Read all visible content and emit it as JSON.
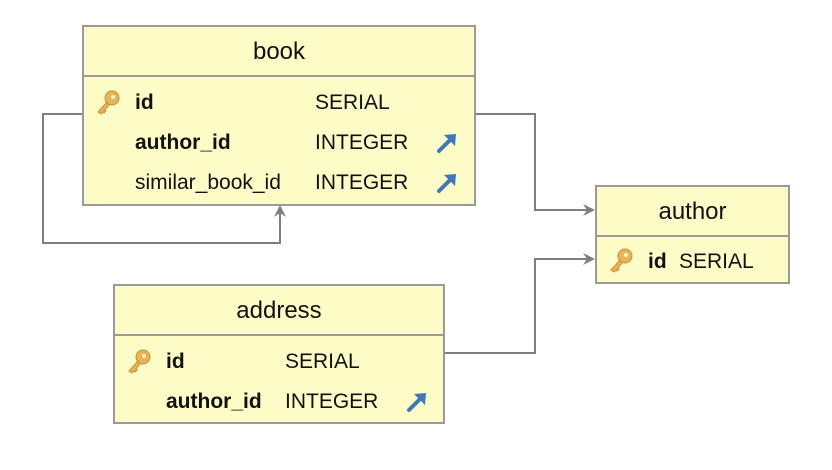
{
  "tables": {
    "book": {
      "title": "book",
      "rows": [
        {
          "name": "id",
          "type": "SERIAL",
          "primary_key": true,
          "foreign_key": false
        },
        {
          "name": "author_id",
          "type": "INTEGER",
          "primary_key": false,
          "foreign_key": true
        },
        {
          "name": "similar_book_id",
          "type": "INTEGER",
          "primary_key": false,
          "foreign_key": true
        }
      ]
    },
    "author": {
      "title": "author",
      "rows": [
        {
          "name": "id",
          "type": "SERIAL",
          "primary_key": true,
          "foreign_key": false
        }
      ]
    },
    "address": {
      "title": "address",
      "rows": [
        {
          "name": "id",
          "type": "SERIAL",
          "primary_key": true,
          "foreign_key": false
        },
        {
          "name": "author_id",
          "type": "INTEGER",
          "primary_key": false,
          "foreign_key": true
        }
      ]
    }
  },
  "relationships": [
    {
      "from": "book.author_id",
      "to": "author.id"
    },
    {
      "from": "book.similar_book_id",
      "to": "book.id"
    },
    {
      "from": "address.author_id",
      "to": "author.id"
    }
  ],
  "icons": {
    "primary_key": "key-icon",
    "foreign_key": "foreign-key-arrow-icon"
  },
  "colors": {
    "table_fill": "#fdfbc6",
    "table_border": "#9a9a9a",
    "connector": "#7f7f7f",
    "key_icon": "#e8b35a",
    "foreign_key_icon": "#3d78b8"
  }
}
